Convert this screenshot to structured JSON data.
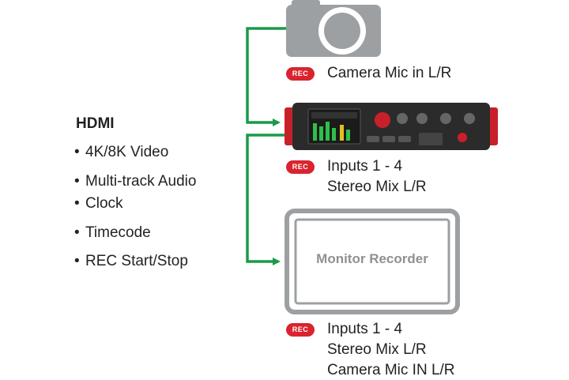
{
  "hdmi": {
    "title": "HDMI",
    "bullet_glyph": "•",
    "features": [
      "4K/8K Video",
      "Multi-track Audio",
      "Clock",
      "Timecode",
      "REC Start/Stop"
    ]
  },
  "rec_badge": "REC",
  "camera": {
    "icon": "camera-icon",
    "caption": "Camera Mic in L/R"
  },
  "recorder": {
    "icon": "audio-recorder-icon",
    "caption_lines": [
      "Inputs 1 - 4",
      "Stereo Mix L/R"
    ]
  },
  "monitor": {
    "label": "Monitor Recorder",
    "caption_lines": [
      "Inputs 1 - 4",
      "Stereo Mix L/R",
      "Camera Mic IN L/R"
    ]
  },
  "colors": {
    "arrow": "#1a9a4a",
    "rec_badge": "#d9232e",
    "device_gray": "#9da0a3",
    "recorder_body": "#2b2b2b",
    "recorder_accent": "#c8202b",
    "text": "#222222"
  }
}
